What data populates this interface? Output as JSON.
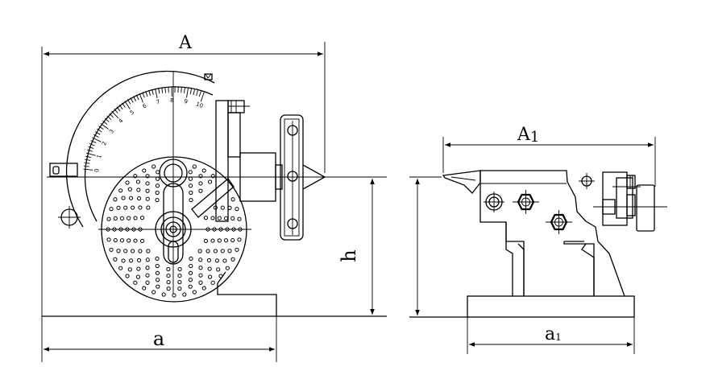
{
  "dimensions": {
    "A": "A",
    "a": "a",
    "h": "h",
    "A1_base": "A",
    "A1_sub": "1",
    "a1_base": "a",
    "a1_sub": "1"
  },
  "dial_numbers": [
    "0",
    "1",
    "2",
    "3",
    "4",
    "5",
    "6",
    "7",
    "8",
    "9",
    "10"
  ],
  "colors": {
    "line": "#000000",
    "background": "#ffffff"
  }
}
